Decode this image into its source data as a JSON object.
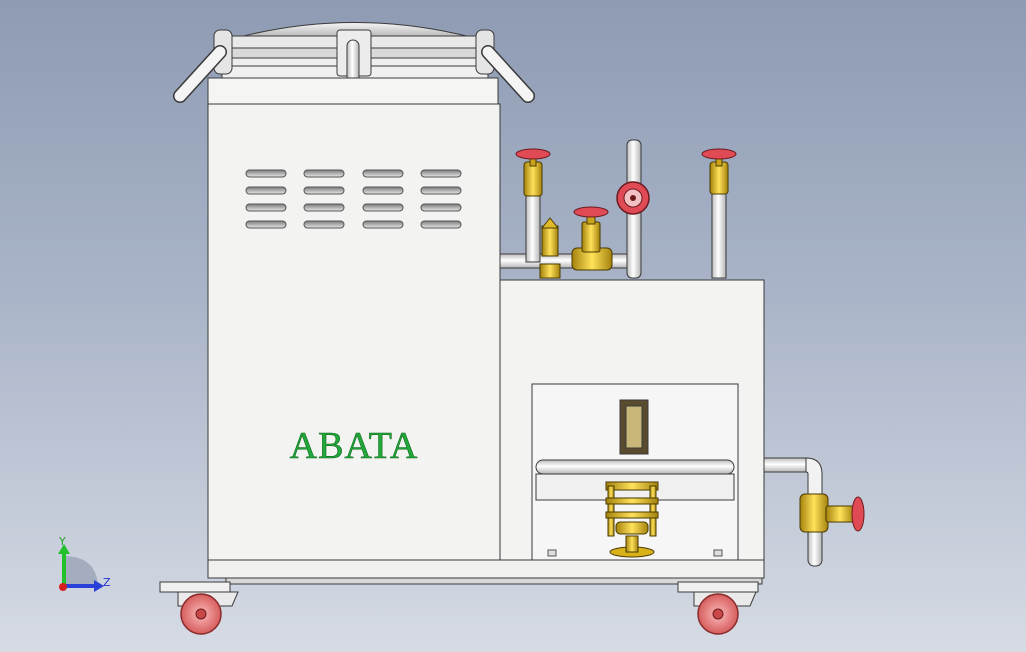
{
  "model": {
    "brand_label": "ABATA"
  },
  "triad": {
    "y_label": "Y",
    "z_label": "Z"
  },
  "colors": {
    "background_top": "#8e9bb3",
    "background_bottom": "#d6dbe4",
    "body_fill": "#f3f3f1",
    "edge": "#3a3a3a",
    "pipe": "#f2f2f2",
    "brass": "#d9b21a",
    "handwheel": "#e04a55",
    "caster_wheel": "#e26d6d",
    "brand_text": "#22a83a",
    "axis_y": "#22c02a",
    "axis_z": "#2a3ed8",
    "axis_x": "#d62020"
  }
}
